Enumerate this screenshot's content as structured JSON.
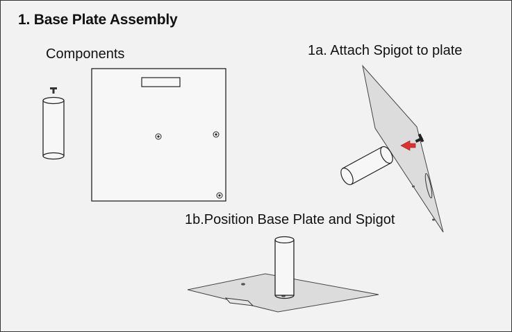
{
  "title": "1. Base Plate Assembly",
  "components_label": "Components",
  "step_1a_label": "1a. Attach Spigot to plate",
  "step_1b_label": "1b.Position Base Plate and Spigot",
  "colors": {
    "plate_fill": "#dcdcdc",
    "outline": "#222222",
    "arrow": "#e03030",
    "background": "#f2f2f2"
  }
}
